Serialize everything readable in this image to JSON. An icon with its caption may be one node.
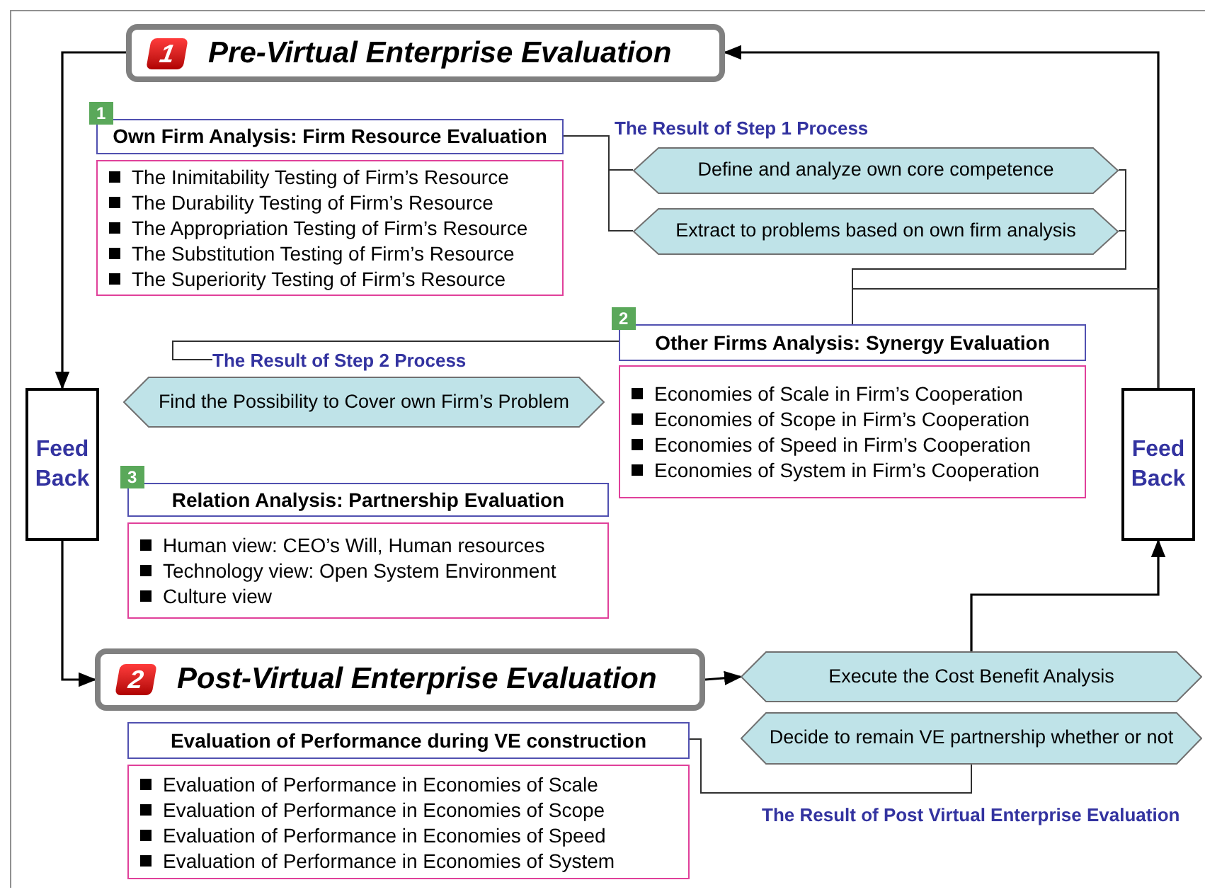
{
  "diagram": {
    "nodes": [
      {
        "text": [
          "1",
          "Pre-Virtual Enterprise Evaluation"
        ]
      },
      {
        "text": [
          "1",
          "Own Firm Analysis: Firm Resource Evaluation"
        ]
      },
      {
        "text": [
          "The Inimitability Testing of Firm’s Resource",
          "The Durability Testing of Firm’s Resource",
          "The Appropriation Testing of Firm’s Resource",
          "The Substitution Testing of Firm’s Resource",
          "The Superiority Testing of Firm’s Resource"
        ]
      },
      {
        "text": [
          "Define and analyze own core competence"
        ]
      },
      {
        "text": [
          "Extract to problems based on own firm analysis"
        ]
      },
      {
        "text": [
          "2",
          "Other Firms Analysis: Synergy Evaluation"
        ]
      },
      {
        "text": [
          "Economies of Scale in Firm’s Cooperation",
          "Economies of Scope in Firm’s Cooperation",
          "Economies of Speed in Firm’s Cooperation",
          "Economies of System in Firm’s Cooperation"
        ]
      },
      {
        "text": [
          "The Result of Step 2 Process"
        ]
      },
      {
        "text": [
          "Find the Possibility to Cover own Firm’s Problem"
        ]
      },
      {
        "text": [
          "3",
          "Relation Analysis: Partnership Evaluation"
        ]
      },
      {
        "text": [
          "Human view: CEO’s Will, Human resources",
          "Technology view: Open System Environment",
          "Culture view"
        ]
      },
      {
        "text": [
          "Feed Back"
        ]
      },
      {
        "text": [
          "2",
          "Post-Virtual Enterprise Evaluation"
        ]
      },
      {
        "text": [
          "Evaluation of Performance during VE construction"
        ]
      },
      {
        "text": [
          "Evaluation of Performance in Economies of Scale",
          "Evaluation of Performance in Economies of Scope",
          "Evaluation of Performance in Economies of Speed",
          "Evaluation of Performance in Economies of System"
        ]
      },
      {
        "text": [
          "Execute the Cost Benefit Analysis"
        ]
      },
      {
        "text": [
          "Decide to remain VE partnership whether or not"
        ]
      },
      {
        "text": [
          "Feed Back"
        ]
      }
    ],
    "edges": [
      {
        "from": 0,
        "to": 11,
        "arrow": "to"
      },
      {
        "from": 11,
        "to": 12,
        "arrow": "to"
      },
      {
        "from": 12,
        "to": 15,
        "arrow": "to"
      },
      {
        "from": 15,
        "to": 17,
        "arrow": "to"
      },
      {
        "from": 17,
        "to": 0,
        "arrow": "to"
      },
      {
        "from": 1,
        "to": 3,
        "arrow": "none"
      },
      {
        "from": 1,
        "to": 4,
        "arrow": "none"
      },
      {
        "from": 3,
        "to": 5,
        "arrow": "none"
      },
      {
        "from": 4,
        "to": 5,
        "arrow": "none"
      },
      {
        "from": 17,
        "to": 5,
        "arrow": "none"
      },
      {
        "from": 5,
        "to": 7,
        "arrow": "none"
      },
      {
        "from": 13,
        "to": 16,
        "arrow": "none"
      }
    ],
    "labels": [
      "The Result of Step 1 Process",
      "The Result of Post Virtual Enterprise Evaluation"
    ]
  }
}
